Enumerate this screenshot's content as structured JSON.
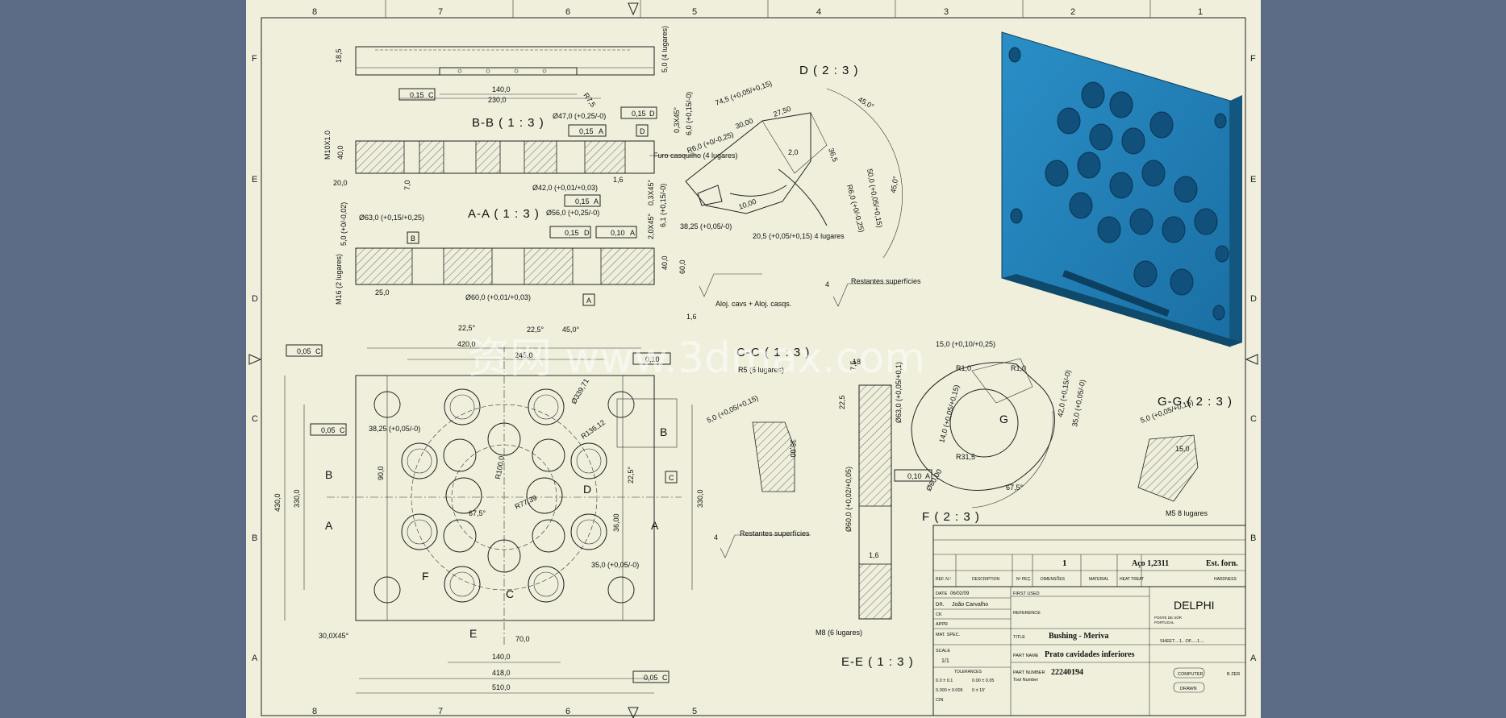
{
  "colors": {
    "outer_bg": "#5b6a85",
    "sheet": "#efefdc",
    "render": "#1f7bb0",
    "render_dark": "#13567e",
    "line": "#222222"
  },
  "zones": {
    "cols": [
      "8",
      "7",
      "6",
      "5",
      "4",
      "3",
      "2",
      "1"
    ],
    "rows": [
      "F",
      "E",
      "D",
      "C",
      "B",
      "A"
    ]
  },
  "views": {
    "bb": "B-B ( 1 : 3 )",
    "aa": "A-A ( 1 : 3 )",
    "d": "D ( 2 : 3 )",
    "cc": "C-C ( 1 : 3 )",
    "gg": "G-G ( 2 : 3 )",
    "f": "F ( 2 : 3 )",
    "ee": "E-E ( 1 : 3 )"
  },
  "notes": {
    "furo": "Furo casquilho (4 lugares)",
    "aloj": "Aloj. cavs + Aloj. casqs.",
    "rest1": "Restantes superfícies",
    "rest2": "Restantes superfícies",
    "rough1": "1,6",
    "rough2": "4",
    "rough3": "4",
    "m5": "M5 8 lugares",
    "m8": "M8 (6 lugares)",
    "m16": "M16 (2 lugares)",
    "m10": "M10X1.0"
  },
  "dims": {
    "top": [
      "18,5",
      "140,0",
      "230,0",
      "R7,5",
      "5,0 (4 lugares)",
      "0,15",
      "C"
    ],
    "bb": [
      "Ø47,0 (+0,25/-0)",
      "0,15",
      "D",
      "0,15",
      "A",
      "6,0 (+0,15/-0)",
      "0,3X45°",
      "40,0",
      "20,0",
      "7,0"
    ],
    "aa": [
      "Ø42,0 (+0,01/+0,03)",
      "1,6",
      "0,15",
      "A",
      "Ø56,0 (+0,25/-0)",
      "0,3X45°",
      "6,1 (+0,15/-0)",
      "Ø63,0 (+0,15/+0,25)",
      "5,0 (+0/-0,02)",
      "B",
      "0,15",
      "D",
      "0,10",
      "A",
      "2,0X45°",
      "40,0",
      "60,0",
      "25,0",
      "Ø60,0 (+0,01/+0,03)",
      "A"
    ],
    "d": [
      "74,5 (+0,05/+0,15)",
      "30,00",
      "27,50",
      "R6,0 (+0/-0,25)",
      "45,0°",
      "2,0",
      "36,5",
      "50,0 (+0,05/+0,15)",
      "45,0°",
      "10,00",
      "38,25 (+0,05/-0)",
      "20,5 (+0,05/+0,15) 4 lugares",
      "R6,0 (+0/-0,25)"
    ],
    "main": [
      "0,05",
      "C",
      "0,05",
      "C",
      "22,5°",
      "22,5°",
      "45,0°",
      "420,0",
      "245,0",
      "0,10",
      "Ø339,71",
      "R136,12",
      "38,25 (+0,05/-0)",
      "90,0",
      "R100,0",
      "R77,39",
      "22,5°",
      "67,5°",
      "36,00",
      "35,0 (+0,05/-0)",
      "430,0",
      "330,0",
      "330,0",
      "30,0X45°",
      "70,0",
      "140,0",
      "418,0",
      "510,0",
      "0,05",
      "C",
      "B",
      "B",
      "A",
      "A",
      "C",
      "D",
      "F",
      "C",
      "E"
    ],
    "cc": [
      "5,0 (+0,05/+0,15)",
      "R5 (6 lugares)",
      "35,00"
    ],
    "ee": [
      "22,5",
      "7,5",
      "18",
      "Ø63,0 (+0,05/+0,1)",
      "0,10",
      "A",
      "Ø60,0 (+0,02/+0,05)",
      "1,6"
    ],
    "f": [
      "15,0 (+0,10/+0,25)",
      "R1,0",
      "R1,0",
      "14,0 (+0,05/+0,15)",
      "42,0 (+0,15/-0)",
      "35,0 (+0,05/-0)",
      "Ø60,00",
      "R31,5",
      "67,5°",
      "G"
    ],
    "gg": [
      "5,0 (+0,05/+0,15)",
      "15,0"
    ]
  },
  "titleblock": {
    "qty": "1",
    "material_val": "Aço 1,2311",
    "est": "Est. forn.",
    "h_ref": "REF. N.º",
    "h_desc": "DESCRIPTION",
    "h_nro": "Nº PEÇ.",
    "h_dim": "DIMENSÕES",
    "h_mat": "MATERIAL",
    "h_heat": "HEAT TREAT",
    "h_hard": "HARDNESS",
    "date_lbl": "DATE",
    "date_val": "06/02/09",
    "first_used": "FIRST USED",
    "drawn_lbl": "DR.",
    "drawn_val": "João Carvalho",
    "ref": "REFERENCE",
    "ck": "CK",
    "appr": "APPR",
    "mat_spec": "MAT. SPEC.",
    "title_lbl": "TITLE",
    "title_val": "Bushing - Meriva",
    "company": "DELPHI",
    "company_sub1": "PONTE DE SÔR",
    "company_sub2": "PORTUGAL",
    "sheet": "SHEET....1.. OF.....1....",
    "scale_lbl": "SCALE",
    "scale_val": "1/1",
    "tolerances": "TOLERANCES",
    "part_name_lbl": "PART NAME",
    "part_name_val": "Prato cavidades inferiores",
    "part_number_lbl": "PART NUMBER",
    "part_number_val": "22240194",
    "tool": "Tool Number",
    "computer": "COMPUTER",
    "drawn_box": "DRAWN",
    "bzer": "B ZER",
    "tol1": "0.0 ±  0.1",
    "tol2": "0.00 ±  0.05",
    "tol3": "0.000 ±  0.005",
    "tol4": "0 ±  15'",
    "cin": "CIN"
  },
  "watermark": "资网 www.3dmax.com"
}
